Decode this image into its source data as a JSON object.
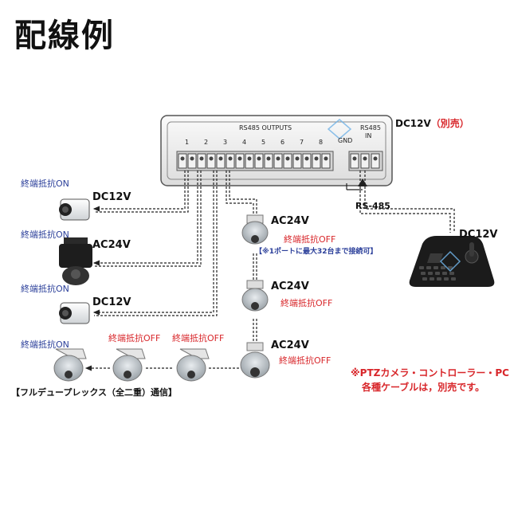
{
  "title": "配線例",
  "hub": {
    "outputs_label": "RS485 OUTPUTS",
    "port_numbers": [
      "1",
      "2",
      "3",
      "4",
      "5",
      "6",
      "7",
      "8"
    ],
    "gnd_label": "GND",
    "in_label_1": "RS485",
    "in_label_2": "IN",
    "power": "DC12V",
    "power_note": "（別売）"
  },
  "rs485_label": "RS-485",
  "controller": {
    "power": "DC12V"
  },
  "cameras": {
    "box1": {
      "termination": "終端抵抗ON",
      "power": "DC12V"
    },
    "dome": {
      "termination": "終端抵抗ON",
      "power": "AC24V"
    },
    "box2": {
      "termination": "終端抵抗ON",
      "power": "DC12V"
    },
    "ptz1": {
      "power": "AC24V",
      "termination": "終端抵抗OFF",
      "note": "【※1ポートに最大32台まで接続可】"
    },
    "ptz2": {
      "power": "AC24V",
      "termination": "終端抵抗OFF"
    },
    "ptz3": {
      "power": "AC24V",
      "termination": "終端抵抗OFF"
    },
    "chain_a": {
      "termination": "終端抵抗ON"
    },
    "chain_b": {
      "termination": "終端抵抗OFF"
    },
    "chain_c": {
      "termination": "終端抵抗OFF"
    }
  },
  "full_duplex_label": "【フルデュープレックス（全二重）通信】",
  "footnote": {
    "line1": "※PTZカメラ・コントローラー・PC",
    "line2": "各種ケーブルは，別売です。"
  },
  "colors": {
    "red": "#d8262a",
    "blue": "#2b3f9a",
    "line": "#222222"
  }
}
